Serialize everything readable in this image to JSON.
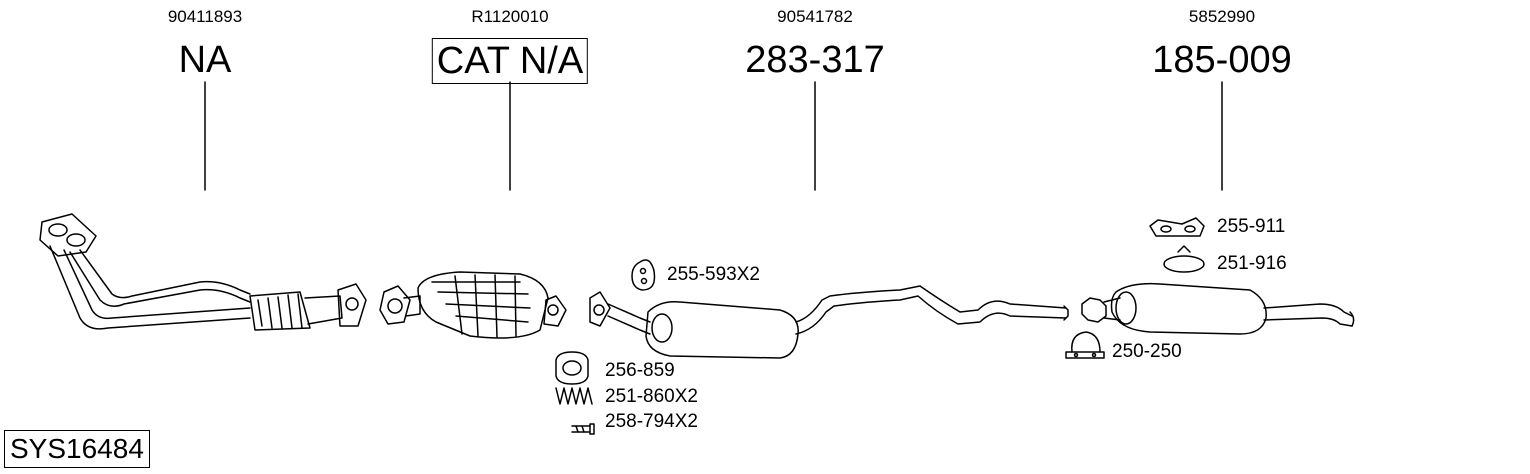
{
  "system_code": "SYS16484",
  "sections": [
    {
      "oem": "90411893",
      "code": "NA"
    },
    {
      "oem": "R1120010",
      "code": "CAT N/A"
    },
    {
      "oem": "90541782",
      "code": "283-317"
    },
    {
      "oem": "5852990",
      "code": "185-009"
    }
  ],
  "parts": [
    {
      "label": "255-593X2"
    },
    {
      "label": "256-859"
    },
    {
      "label": "251-860X2"
    },
    {
      "label": "258-794X2"
    },
    {
      "label": "255-911"
    },
    {
      "label": "251-916"
    },
    {
      "label": "250-250"
    }
  ]
}
